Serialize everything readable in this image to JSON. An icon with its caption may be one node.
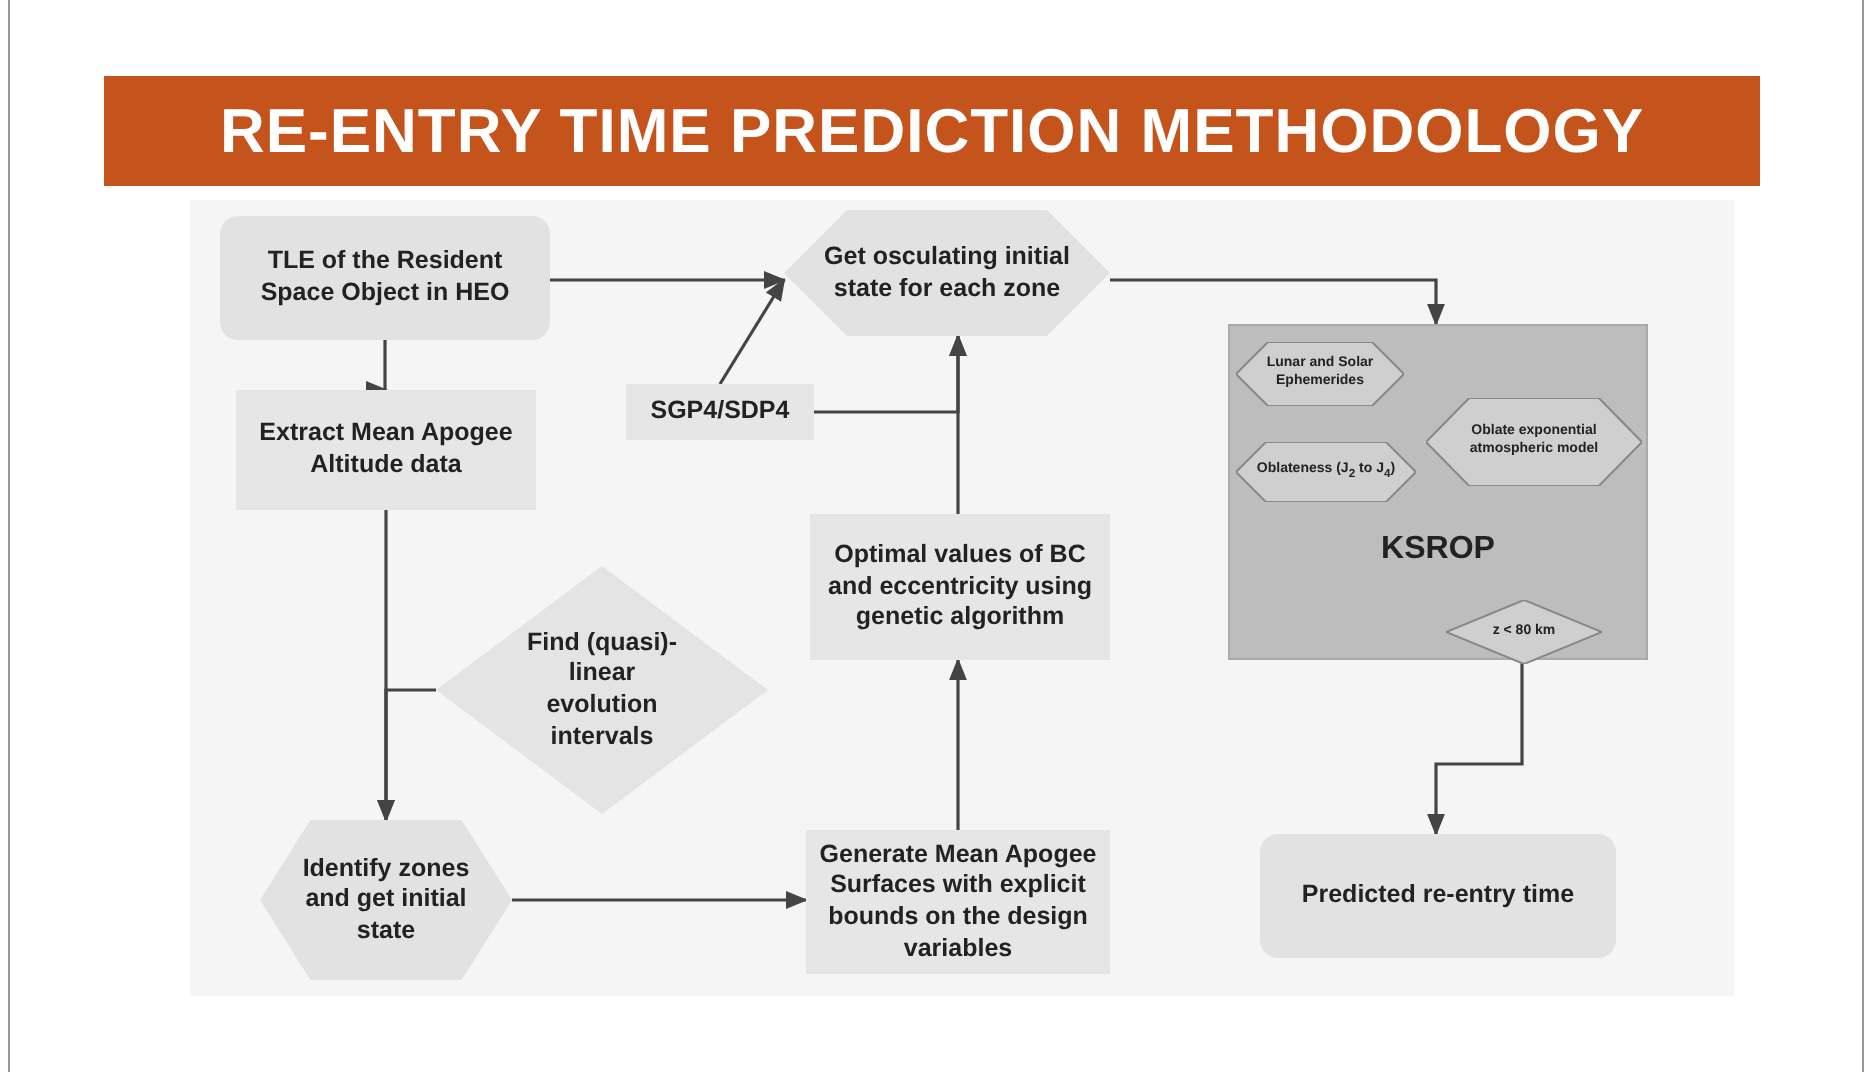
{
  "diagram": {
    "title": "RE-ENTRY TIME PREDICTION METHODOLOGY",
    "nodes": [
      {
        "text": [
          "TLE of the Resident Space Object in HEO"
        ]
      },
      {
        "text": [
          "Get osculating initial state for each zone"
        ]
      },
      {
        "text": [
          "KSROP"
        ]
      },
      {
        "text": [
          "Lunar and Solar Ephemerides"
        ],
        "in": 2
      },
      {
        "text": [
          "Oblate exponential atmospheric model"
        ],
        "in": 2
      },
      {
        "text": [
          "Oblateness (J$_{2}$ to J$_{4}$)"
        ],
        "in": 2
      },
      {
        "text": [
          "z < 80 km"
        ],
        "in": 2
      },
      {
        "text": [
          "SGP4/SDP4"
        ]
      },
      {
        "text": [
          "Extract Mean Apogee Altitude data"
        ]
      },
      {
        "text": [
          "Find (quasi)-linear evolution intervals"
        ]
      },
      {
        "text": [
          "Optimal values of BC and eccentricity using genetic algorithm"
        ]
      },
      {
        "text": [
          "Identify zones and get initial state"
        ]
      },
      {
        "text": [
          "Generate Mean Apogee Surfaces with explicit bounds on the design variables"
        ]
      },
      {
        "text": [
          "Predicted re-entry time"
        ]
      }
    ],
    "edges": [
      {
        "from": 0,
        "to": 8,
        "arrow": "to"
      },
      {
        "from": 8,
        "to": 11,
        "arrow": "to"
      },
      {
        "from": 9,
        "to": 11,
        "arrow": "to"
      },
      {
        "from": 11,
        "to": 12,
        "arrow": "to"
      },
      {
        "from": 12,
        "to": 10,
        "arrow": "to"
      },
      {
        "from": 10,
        "to": 1,
        "arrow": "to"
      },
      {
        "from": 7,
        "to": 1,
        "arrow": "to"
      },
      {
        "from": 7,
        "to": 1,
        "arrow": "to"
      },
      {
        "from": 0,
        "to": 1,
        "arrow": "to"
      },
      {
        "from": 1,
        "to": 2,
        "arrow": "to"
      },
      {
        "from": 6,
        "to": 13,
        "arrow": "to"
      }
    ]
  }
}
